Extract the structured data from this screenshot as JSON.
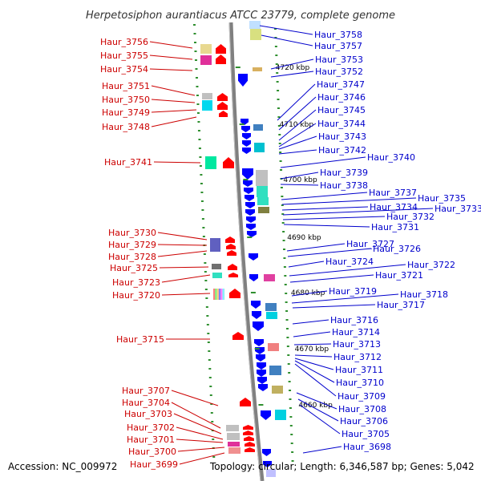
{
  "title": "Herpetosiphon aurantiacus ATCC 23779, complete genome",
  "footer": {
    "accession": "Accession: NC_009972",
    "summary": "Topology: circular; Length: 6,346,587 bp; Genes: 5,042"
  },
  "colors": {
    "forward_strand": "#ff0000",
    "reverse_strand": "#0000ff",
    "backbone": "#808080",
    "tick": "#2f8f2f",
    "left_label": "#cc0000",
    "right_label": "#0000cc"
  },
  "scale_ticks": [
    {
      "label": "4720 kbp",
      "kbp": 4720
    },
    {
      "label": "4710 kbp",
      "kbp": 4710
    },
    {
      "label": "4700 kbp",
      "kbp": 4700
    },
    {
      "label": "4690 kbp",
      "kbp": 4690
    },
    {
      "label": "4680 kbp",
      "kbp": 4680
    },
    {
      "label": "4670 kbp",
      "kbp": 4670
    },
    {
      "label": "4660 kbp",
      "kbp": 4660
    }
  ],
  "left_labels": [
    "Haur_3756",
    "Haur_3755",
    "Haur_3754",
    "Haur_3751",
    "Haur_3750",
    "Haur_3749",
    "Haur_3748",
    "Haur_3741",
    "Haur_3730",
    "Haur_3729",
    "Haur_3728",
    "Haur_3725",
    "Haur_3723",
    "Haur_3720",
    "Haur_3715",
    "Haur_3707",
    "Haur_3704",
    "Haur_3703",
    "Haur_3702",
    "Haur_3701",
    "Haur_3700",
    "Haur_3699"
  ],
  "right_labels": [
    "Haur_3758",
    "Haur_3757",
    "Haur_3753",
    "Haur_3752",
    "Haur_3747",
    "Haur_3746",
    "Haur_3745",
    "Haur_3744",
    "Haur_3743",
    "Haur_3742",
    "Haur_3740",
    "Haur_3739",
    "Haur_3738",
    "Haur_3737",
    "Haur_3735",
    "Haur_3734",
    "Haur_3733",
    "Haur_3732",
    "Haur_3731",
    "Haur_3727",
    "Haur_3726",
    "Haur_3724",
    "Haur_3722",
    "Haur_3721",
    "Haur_3719",
    "Haur_3718",
    "Haur_3717",
    "Haur_3716",
    "Haur_3714",
    "Haur_3713",
    "Haur_3712",
    "Haur_3711",
    "Haur_3710",
    "Haur_3709",
    "Haur_3708",
    "Haur_3706",
    "Haur_3705",
    "Haur_3698"
  ]
}
